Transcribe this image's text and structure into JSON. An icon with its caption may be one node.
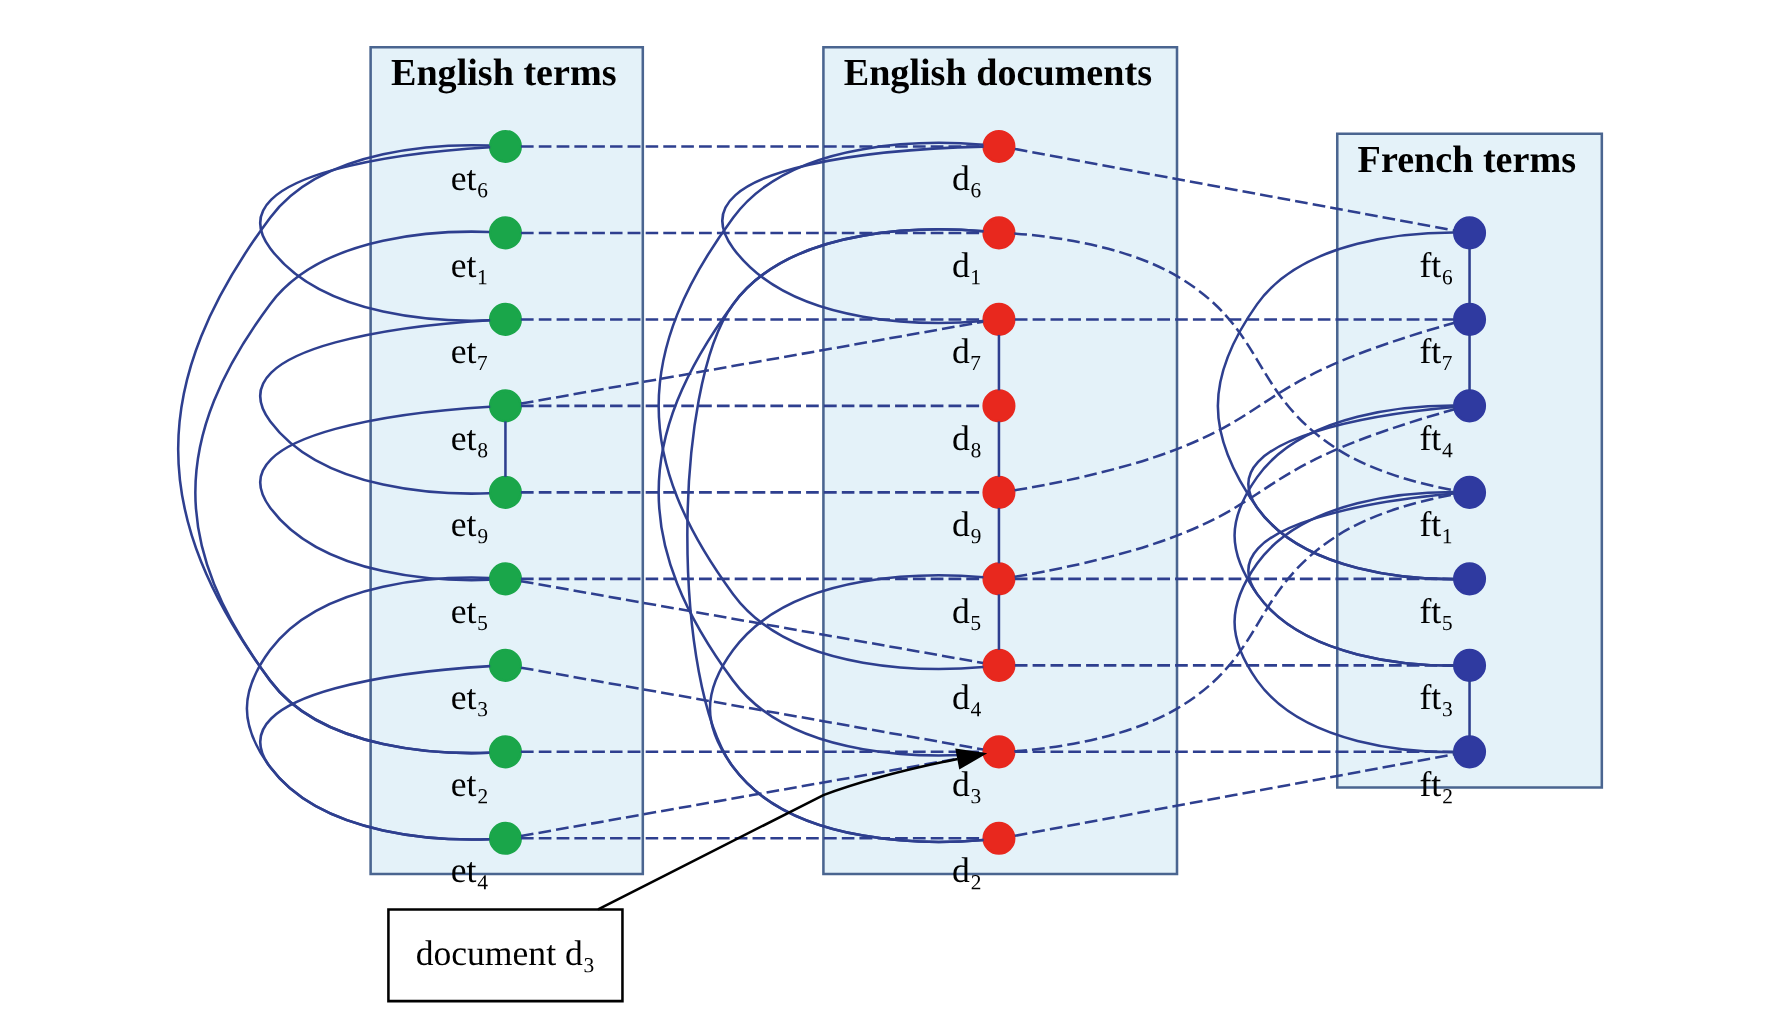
{
  "diagram": {
    "nodes": [
      {
        "text": [
          "document d₃"
        ]
      },
      {
        "text": [
          "English terms"
        ]
      },
      {
        "text": [],
        "shape": "circle",
        "in": 1,
        "beside": [
          "et₁"
        ]
      },
      {
        "text": [],
        "shape": "circle",
        "in": 1,
        "beside": [
          "et₂"
        ]
      },
      {
        "text": [],
        "shape": "circle",
        "in": 1,
        "beside": [
          "et₃"
        ]
      },
      {
        "text": [],
        "shape": "circle",
        "in": 1,
        "beside": [
          "et₄"
        ]
      },
      {
        "text": [],
        "shape": "circle",
        "in": 1,
        "beside": [
          "et₅"
        ]
      },
      {
        "text": [],
        "shape": "circle",
        "in": 1,
        "beside": [
          "et₆"
        ]
      },
      {
        "text": [],
        "shape": "circle",
        "in": 1,
        "beside": [
          "et₇"
        ]
      },
      {
        "text": [],
        "shape": "circle",
        "in": 1,
        "beside": [
          "et₈"
        ]
      },
      {
        "text": [],
        "shape": "circle",
        "in": 1,
        "beside": [
          "et₉"
        ]
      },
      {
        "text": [
          "English documents"
        ]
      },
      {
        "text": [],
        "shape": "circle",
        "in": 11,
        "beside": [
          "d₁"
        ]
      },
      {
        "text": [],
        "shape": "circle",
        "in": 11,
        "beside": [
          "d₂"
        ]
      },
      {
        "text": [],
        "shape": "circle",
        "in": 11,
        "beside": [
          "d₃"
        ]
      },
      {
        "text": [],
        "shape": "circle",
        "in": 11,
        "beside": [
          "d₄"
        ]
      },
      {
        "text": [],
        "shape": "circle",
        "in": 11,
        "beside": [
          "d₅"
        ]
      },
      {
        "text": [],
        "shape": "circle",
        "in": 11,
        "beside": [
          "d₆"
        ]
      },
      {
        "text": [],
        "shape": "circle",
        "in": 11,
        "beside": [
          "d₇"
        ]
      },
      {
        "text": [],
        "shape": "circle",
        "in": 11,
        "beside": [
          "d₈"
        ]
      },
      {
        "text": [],
        "shape": "circle",
        "in": 11,
        "beside": [
          "d₉"
        ]
      },
      {
        "text": [
          "French terms"
        ]
      },
      {
        "text": [],
        "shape": "circle",
        "in": 21,
        "beside": [
          "ft₁"
        ]
      },
      {
        "text": [],
        "shape": "circle",
        "in": 21,
        "beside": [
          "ft₂"
        ]
      },
      {
        "text": [],
        "shape": "circle",
        "in": 21,
        "beside": [
          "ft₃"
        ]
      },
      {
        "text": [],
        "shape": "circle",
        "in": 21,
        "beside": [
          "ft₄"
        ]
      },
      {
        "text": [],
        "shape": "circle",
        "in": 21,
        "beside": [
          "ft₅"
        ]
      },
      {
        "text": [],
        "shape": "circle",
        "in": 21,
        "beside": [
          "ft₆"
        ]
      },
      {
        "text": [],
        "shape": "circle",
        "in": 21,
        "beside": [
          "ft₇"
        ]
      }
    ],
    "edges": [
      {
        "from": 0,
        "to": 14,
        "arrow": "to",
        "color": "#000000"
      },
      {
        "from": 2,
        "to": 3,
        "arrow": "none"
      },
      {
        "from": 3,
        "to": 7,
        "arrow": "none"
      },
      {
        "from": 7,
        "to": 8,
        "arrow": "none"
      },
      {
        "from": 8,
        "to": 10,
        "arrow": "none"
      },
      {
        "from": 10,
        "to": 9,
        "arrow": "none"
      },
      {
        "from": 9,
        "to": 6,
        "arrow": "none"
      },
      {
        "from": 6,
        "to": 5,
        "arrow": "none"
      },
      {
        "from": 5,
        "to": 4,
        "arrow": "none"
      },
      {
        "from": 12,
        "to": 14,
        "arrow": "none"
      },
      {
        "from": 12,
        "to": 13,
        "arrow": "none"
      },
      {
        "from": 13,
        "to": 16,
        "arrow": "none"
      },
      {
        "from": 15,
        "to": 16,
        "arrow": "none"
      },
      {
        "from": 15,
        "to": 17,
        "arrow": "none"
      },
      {
        "from": 17,
        "to": 18,
        "arrow": "none"
      },
      {
        "from": 18,
        "to": 19,
        "arrow": "none"
      },
      {
        "from": 19,
        "to": 20,
        "arrow": "none"
      },
      {
        "from": 16,
        "to": 20,
        "arrow": "none"
      },
      {
        "from": 22,
        "to": 23,
        "arrow": "none"
      },
      {
        "from": 22,
        "to": 24,
        "arrow": "none"
      },
      {
        "from": 23,
        "to": 24,
        "arrow": "none"
      },
      {
        "from": 24,
        "to": 25,
        "arrow": "none"
      },
      {
        "from": 25,
        "to": 26,
        "arrow": "none"
      },
      {
        "from": 26,
        "to": 27,
        "arrow": "none"
      },
      {
        "from": 27,
        "to": 28,
        "arrow": "none"
      },
      {
        "from": 25,
        "to": 28,
        "arrow": "none"
      },
      {
        "from": 2,
        "to": 12,
        "arrow": "none",
        "style": "dashed"
      },
      {
        "from": 3,
        "to": 14,
        "arrow": "none",
        "style": "dashed"
      },
      {
        "from": 4,
        "to": 14,
        "arrow": "none",
        "style": "dashed"
      },
      {
        "from": 5,
        "to": 14,
        "arrow": "none",
        "style": "dashed"
      },
      {
        "from": 5,
        "to": 13,
        "arrow": "none",
        "style": "dashed"
      },
      {
        "from": 6,
        "to": 15,
        "arrow": "none",
        "style": "dashed"
      },
      {
        "from": 6,
        "to": 16,
        "arrow": "none",
        "style": "dashed"
      },
      {
        "from": 7,
        "to": 17,
        "arrow": "none",
        "style": "dashed"
      },
      {
        "from": 8,
        "to": 18,
        "arrow": "none",
        "style": "dashed"
      },
      {
        "from": 9,
        "to": 18,
        "arrow": "none",
        "style": "dashed"
      },
      {
        "from": 9,
        "to": 19,
        "arrow": "none",
        "style": "dashed"
      },
      {
        "from": 10,
        "to": 20,
        "arrow": "none",
        "style": "dashed"
      },
      {
        "from": 12,
        "to": 22,
        "arrow": "none",
        "style": "dashed"
      },
      {
        "from": 14,
        "to": 22,
        "arrow": "none",
        "style": "dashed"
      },
      {
        "from": 14,
        "to": 23,
        "arrow": "none",
        "style": "dashed"
      },
      {
        "from": 13,
        "to": 23,
        "arrow": "none",
        "style": "dashed"
      },
      {
        "from": 15,
        "to": 24,
        "arrow": "none",
        "style": "dashed"
      },
      {
        "from": 16,
        "to": 25,
        "arrow": "none",
        "style": "dashed"
      },
      {
        "from": 16,
        "to": 26,
        "arrow": "none",
        "style": "dashed"
      },
      {
        "from": 17,
        "to": 27,
        "arrow": "none",
        "style": "dashed"
      },
      {
        "from": 18,
        "to": 28,
        "arrow": "none",
        "style": "dashed"
      },
      {
        "from": 20,
        "to": 28,
        "arrow": "none",
        "style": "dashed"
      }
    ]
  }
}
